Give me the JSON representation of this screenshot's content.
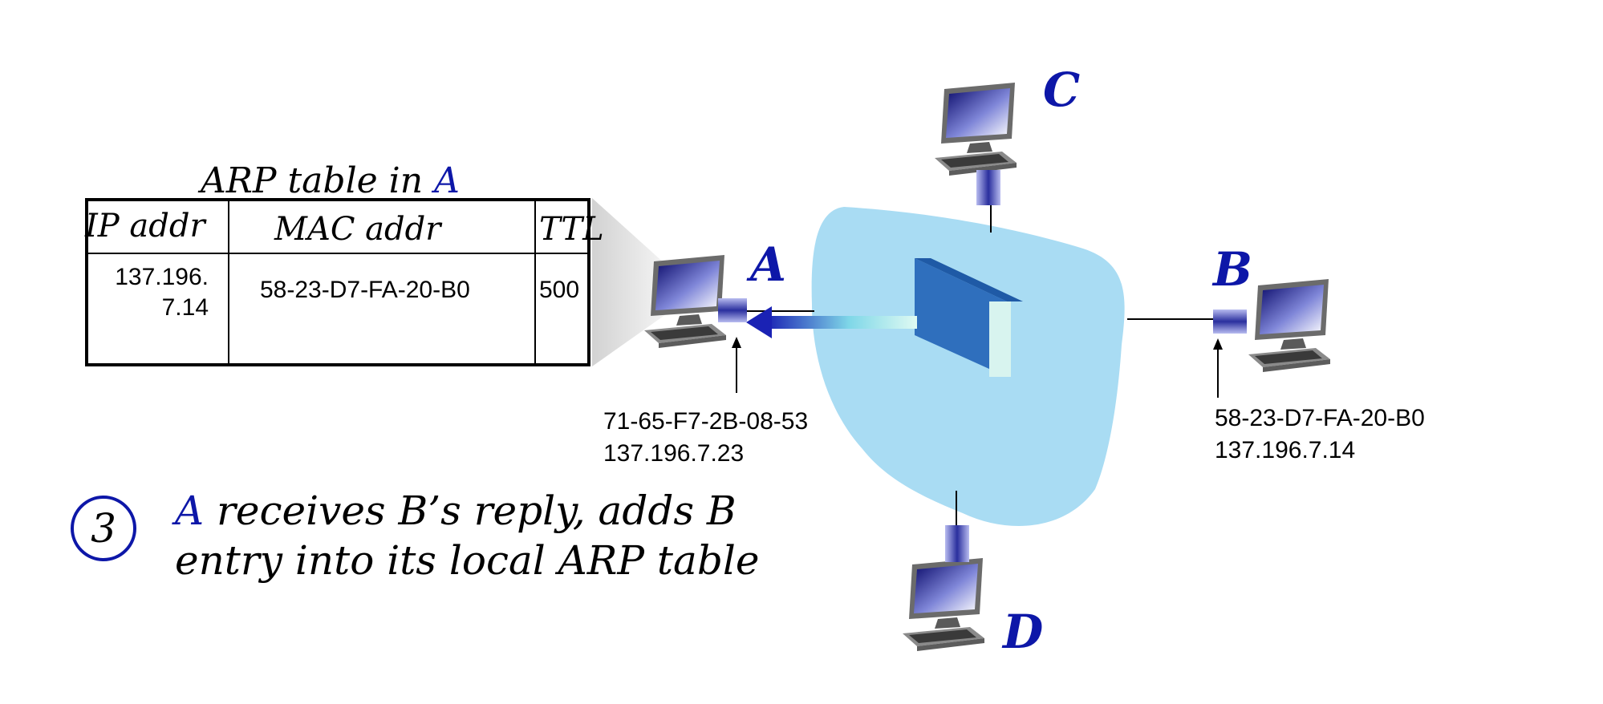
{
  "arp_table": {
    "title_prefix": "ARP table in ",
    "title_host": "A",
    "headers": {
      "ip": "IP addr",
      "mac": "MAC addr",
      "ttl": "TTL"
    },
    "rows": [
      {
        "ip_line1": "137.196.",
        "ip_line2": "7.14",
        "mac": "58-23-D7-FA-20-B0",
        "ttl": "500"
      }
    ]
  },
  "nodes": {
    "A": {
      "name": "A",
      "mac": "71-65-F7-2B-08-53",
      "ip": "137.196.7.23"
    },
    "B": {
      "name": "B",
      "mac": "58-23-D7-FA-20-B0",
      "ip": "137.196.7.14"
    },
    "C": {
      "name": "C"
    },
    "D": {
      "name": "D"
    }
  },
  "step": {
    "number": "3",
    "actor": "A",
    "text_line1": " receives B’s reply, adds B",
    "text_line2": "entry into its local ARP table"
  },
  "colors": {
    "accent": "#0d17a8",
    "lan_cloud": "#a9dcf3",
    "switch_front": "#2f6fbd",
    "switch_side": "#d8f4ef",
    "nic": "#3a3fb0"
  }
}
